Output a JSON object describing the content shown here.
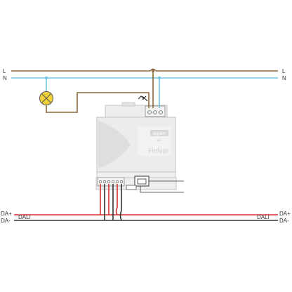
{
  "lines": {
    "left": {
      "live": "L",
      "neutral": "N",
      "dali_plus": "DA+",
      "dali_minus": "DA-",
      "dali_name": "DALI"
    },
    "right": {
      "live": "L",
      "neutral": "N",
      "dali_plus": "DA+",
      "dali_minus": "DA-",
      "dali_name": "DALI"
    }
  },
  "device": {
    "logo": "digidim",
    "model": "501",
    "brand": "Helvar"
  },
  "colors": {
    "live_wire": "#8a6a3a",
    "neutral_wire": "#6fc3e0",
    "dali_plus_wire": "#d63030",
    "dali_minus_wire": "#333333",
    "lamp": "#f2d23a",
    "device_body": "#eaeaea",
    "device_outline": "#c4c4c4",
    "brand_text": "#d0d0d0"
  },
  "icons": {
    "switch": "switch-icon",
    "lamp": "lamp-icon"
  }
}
